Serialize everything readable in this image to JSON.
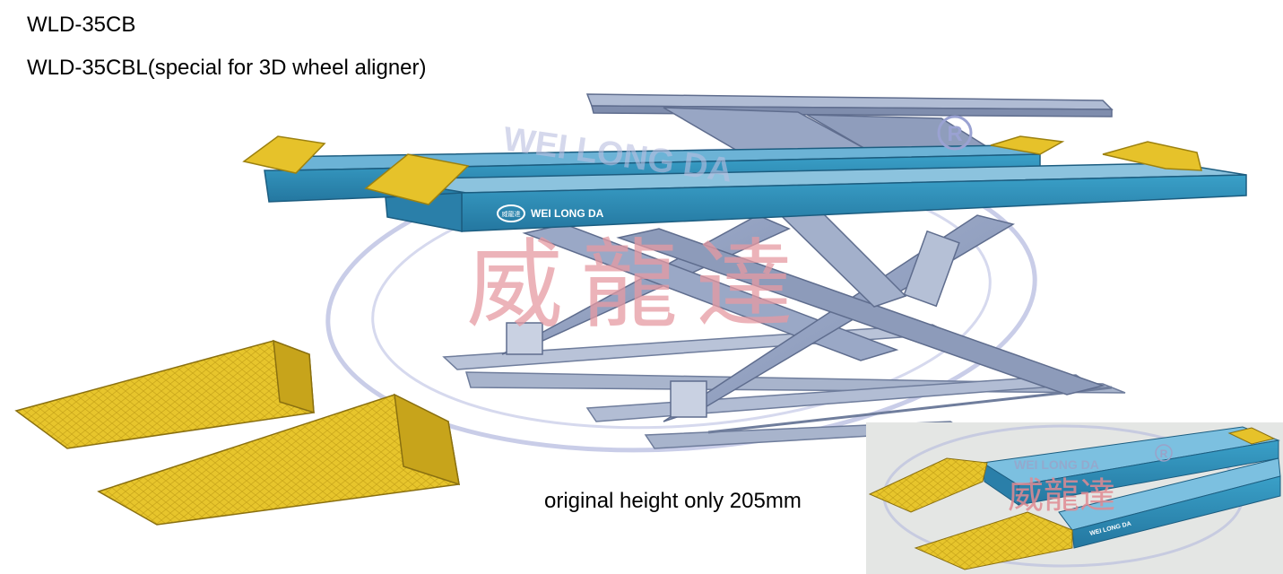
{
  "titles": {
    "model_a": "WLD-35CB",
    "model_b": "WLD-35CBL(special for 3D wheel aligner)"
  },
  "caption": "original height only 205mm",
  "watermark": {
    "brand_arc": "WEI LONG DA",
    "registered": "R",
    "chinese": "威龍達"
  },
  "plate_label": "WEI LONG DA",
  "plate_logo_chars": "威龍達",
  "inset": {
    "brand_arc": "WEI LONG DA",
    "registered": "R",
    "chinese": "威龍達",
    "plate_label": "WEI LONG DA"
  },
  "colors": {
    "runway_blue": "#2e8fb8",
    "frame_gray": "#8f9fc0",
    "ramp_yellow": "#e6c22a",
    "watermark_red": "#e59aa2",
    "watermark_blue": "#7f88c8"
  }
}
